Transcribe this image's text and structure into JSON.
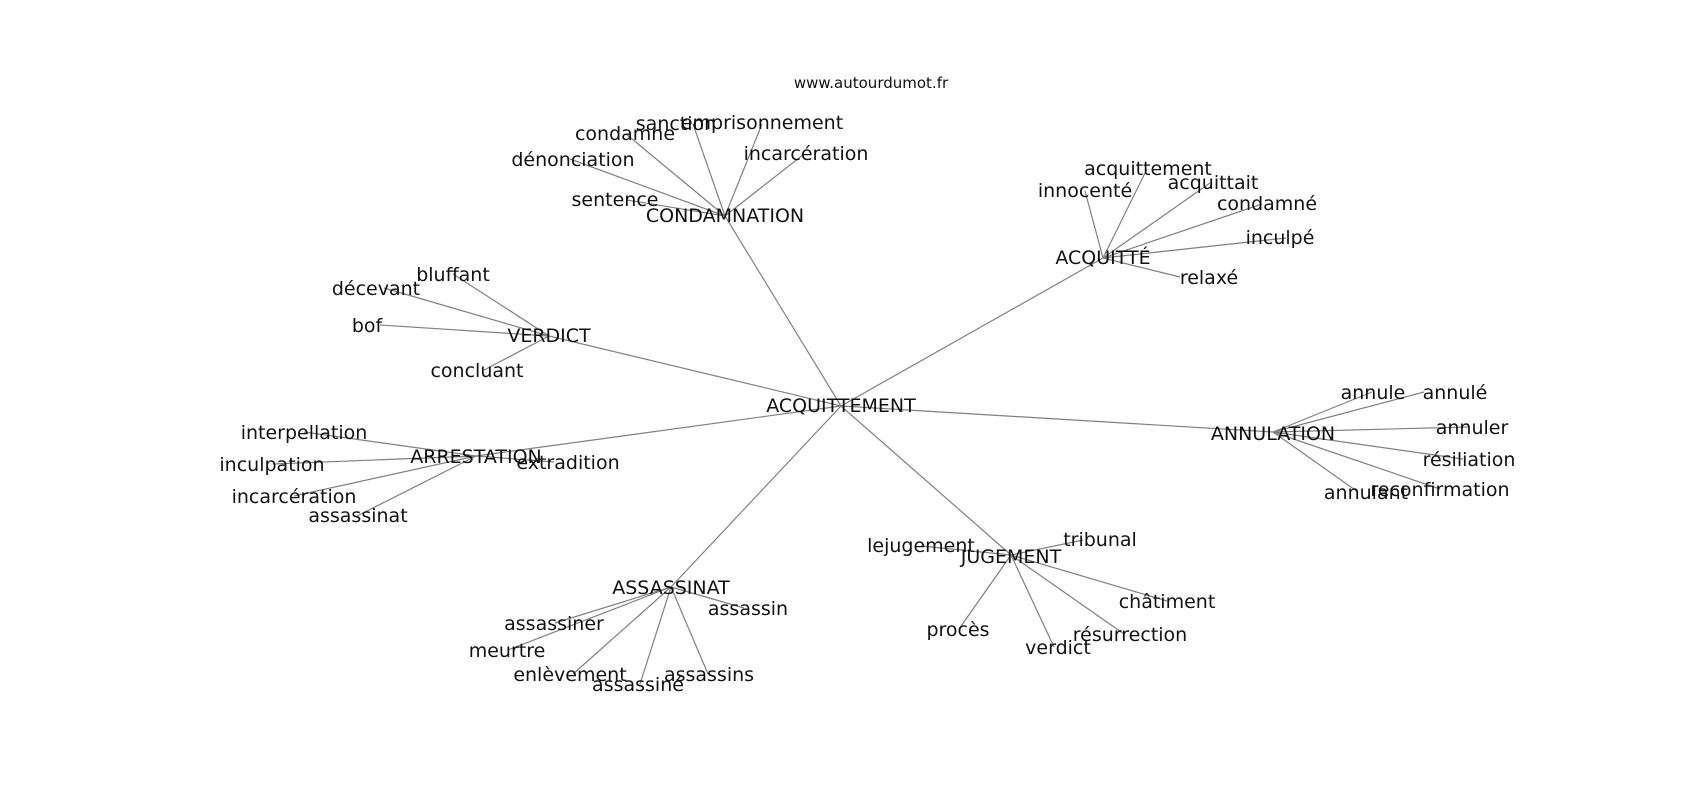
{
  "site": "www.autourdumot.fr",
  "center": "ACQUITTEMENT",
  "hubs": [
    {
      "id": "condamnation",
      "label": "CONDAMNATION",
      "words": [
        "sentence",
        "dénonciation",
        "condamne",
        "sanction",
        "emprisonnement",
        "incarcération"
      ]
    },
    {
      "id": "acquitte",
      "label": "ACQUITTÉ",
      "words": [
        "innocenté",
        "acquittement",
        "acquittait",
        "condamné",
        "inculpé",
        "relaxé"
      ]
    },
    {
      "id": "verdict",
      "label": "VERDICT",
      "words": [
        "bluffant",
        "décevant",
        "bof",
        "concluant"
      ]
    },
    {
      "id": "annulation",
      "label": "ANNULATION",
      "words": [
        "annule",
        "annulé",
        "annuler",
        "résiliation",
        "reconfirmation",
        "annulant"
      ]
    },
    {
      "id": "arrestation",
      "label": "ARRESTATION",
      "words": [
        "interpellation",
        "inculpation",
        "incarcération",
        "assassinat",
        "extradition"
      ]
    },
    {
      "id": "assassinat",
      "label": "ASSASSINAT",
      "words": [
        "assassin",
        "assassiner",
        "meurtre",
        "enlèvement",
        "assassiné",
        "assassins"
      ]
    },
    {
      "id": "jugement",
      "label": "JUGEMENT",
      "words": [
        "lejugement",
        "tribunal",
        "châtiment",
        "résurrection",
        "verdict",
        "procès"
      ]
    }
  ]
}
